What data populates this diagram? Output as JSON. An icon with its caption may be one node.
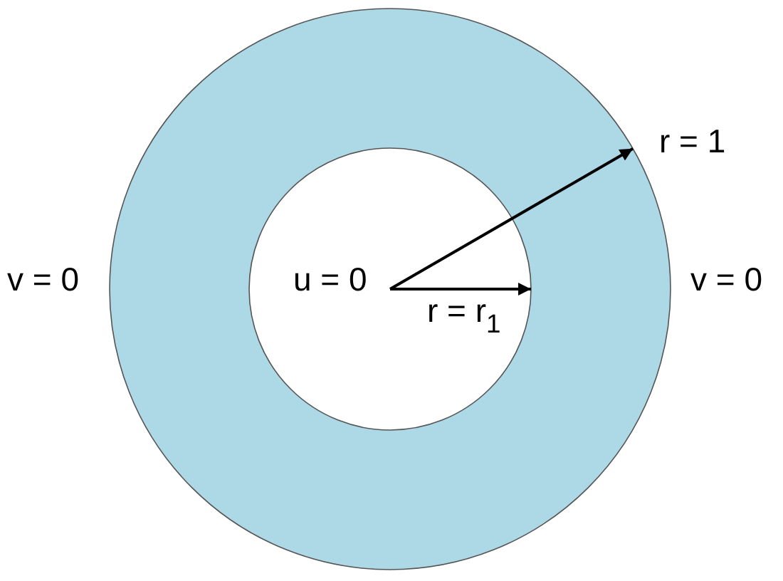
{
  "diagram": {
    "labels": [
      "r = 1",
      "v = 0",
      "u = 0",
      "v = 0",
      "r = r$_{1}$"
    ]
  }
}
